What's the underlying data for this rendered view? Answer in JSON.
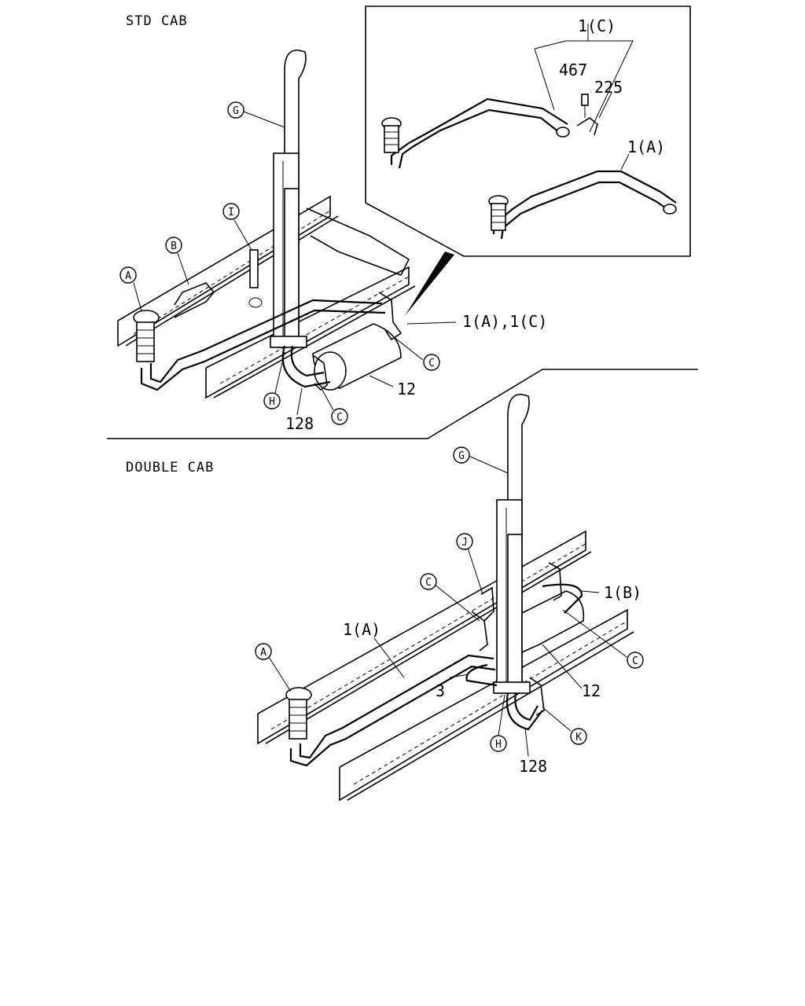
{
  "sections": {
    "std_cab": "STD CAB",
    "double_cab": "DOUBLE CAB"
  },
  "std": {
    "inset": {
      "label_1c": "1(C)",
      "label_467": "467",
      "label_225": "225",
      "label_1a": "1(A)"
    },
    "callouts": {
      "g": "G",
      "i": "I",
      "b": "B",
      "a": "A",
      "c1": "C",
      "c2": "C",
      "h": "H"
    },
    "labels": {
      "l_1a_1c": "1(A),1(C)",
      "l_12": "12",
      "l_128": "128"
    }
  },
  "double": {
    "callouts": {
      "g": "G",
      "j": "J",
      "c1": "C",
      "a": "A",
      "c2": "C",
      "h": "H",
      "k": "K"
    },
    "labels": {
      "l_1b": "1(B)",
      "l_1a": "1(A)",
      "l_3": "3",
      "l_12": "12",
      "l_128": "128"
    }
  }
}
